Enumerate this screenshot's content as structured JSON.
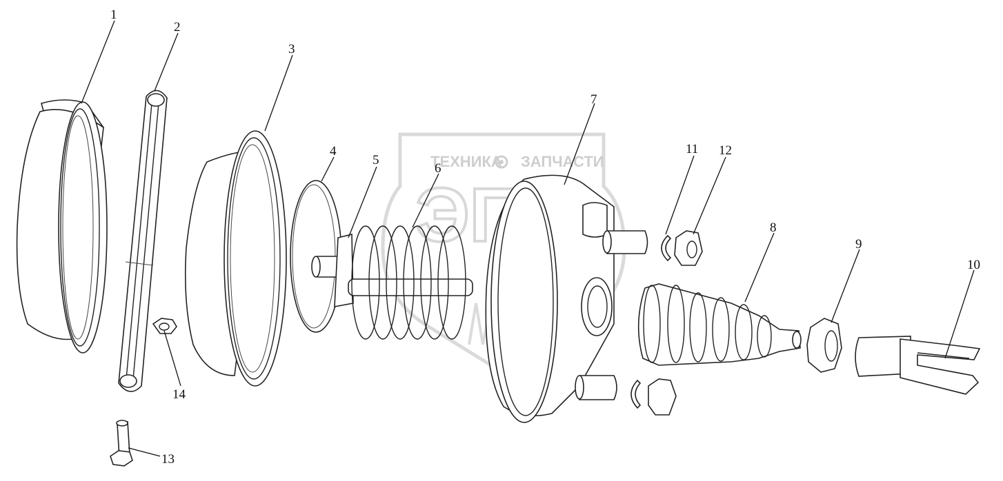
{
  "watermark": {
    "line1_left": "ТЕХНИКА",
    "line1_right": "ЗАПЧАСТИ",
    "letters": "ЭПФ",
    "icon": "gear-icon"
  },
  "callouts": [
    {
      "id": "1",
      "label": "1"
    },
    {
      "id": "2",
      "label": "2"
    },
    {
      "id": "3",
      "label": "3"
    },
    {
      "id": "4",
      "label": "4"
    },
    {
      "id": "5",
      "label": "5"
    },
    {
      "id": "6",
      "label": "6"
    },
    {
      "id": "7",
      "label": "7"
    },
    {
      "id": "8",
      "label": "8"
    },
    {
      "id": "9",
      "label": "9"
    },
    {
      "id": "10",
      "label": "10"
    },
    {
      "id": "11",
      "label": "11"
    },
    {
      "id": "12",
      "label": "12"
    },
    {
      "id": "13",
      "label": "13"
    },
    {
      "id": "14",
      "label": "14"
    }
  ]
}
